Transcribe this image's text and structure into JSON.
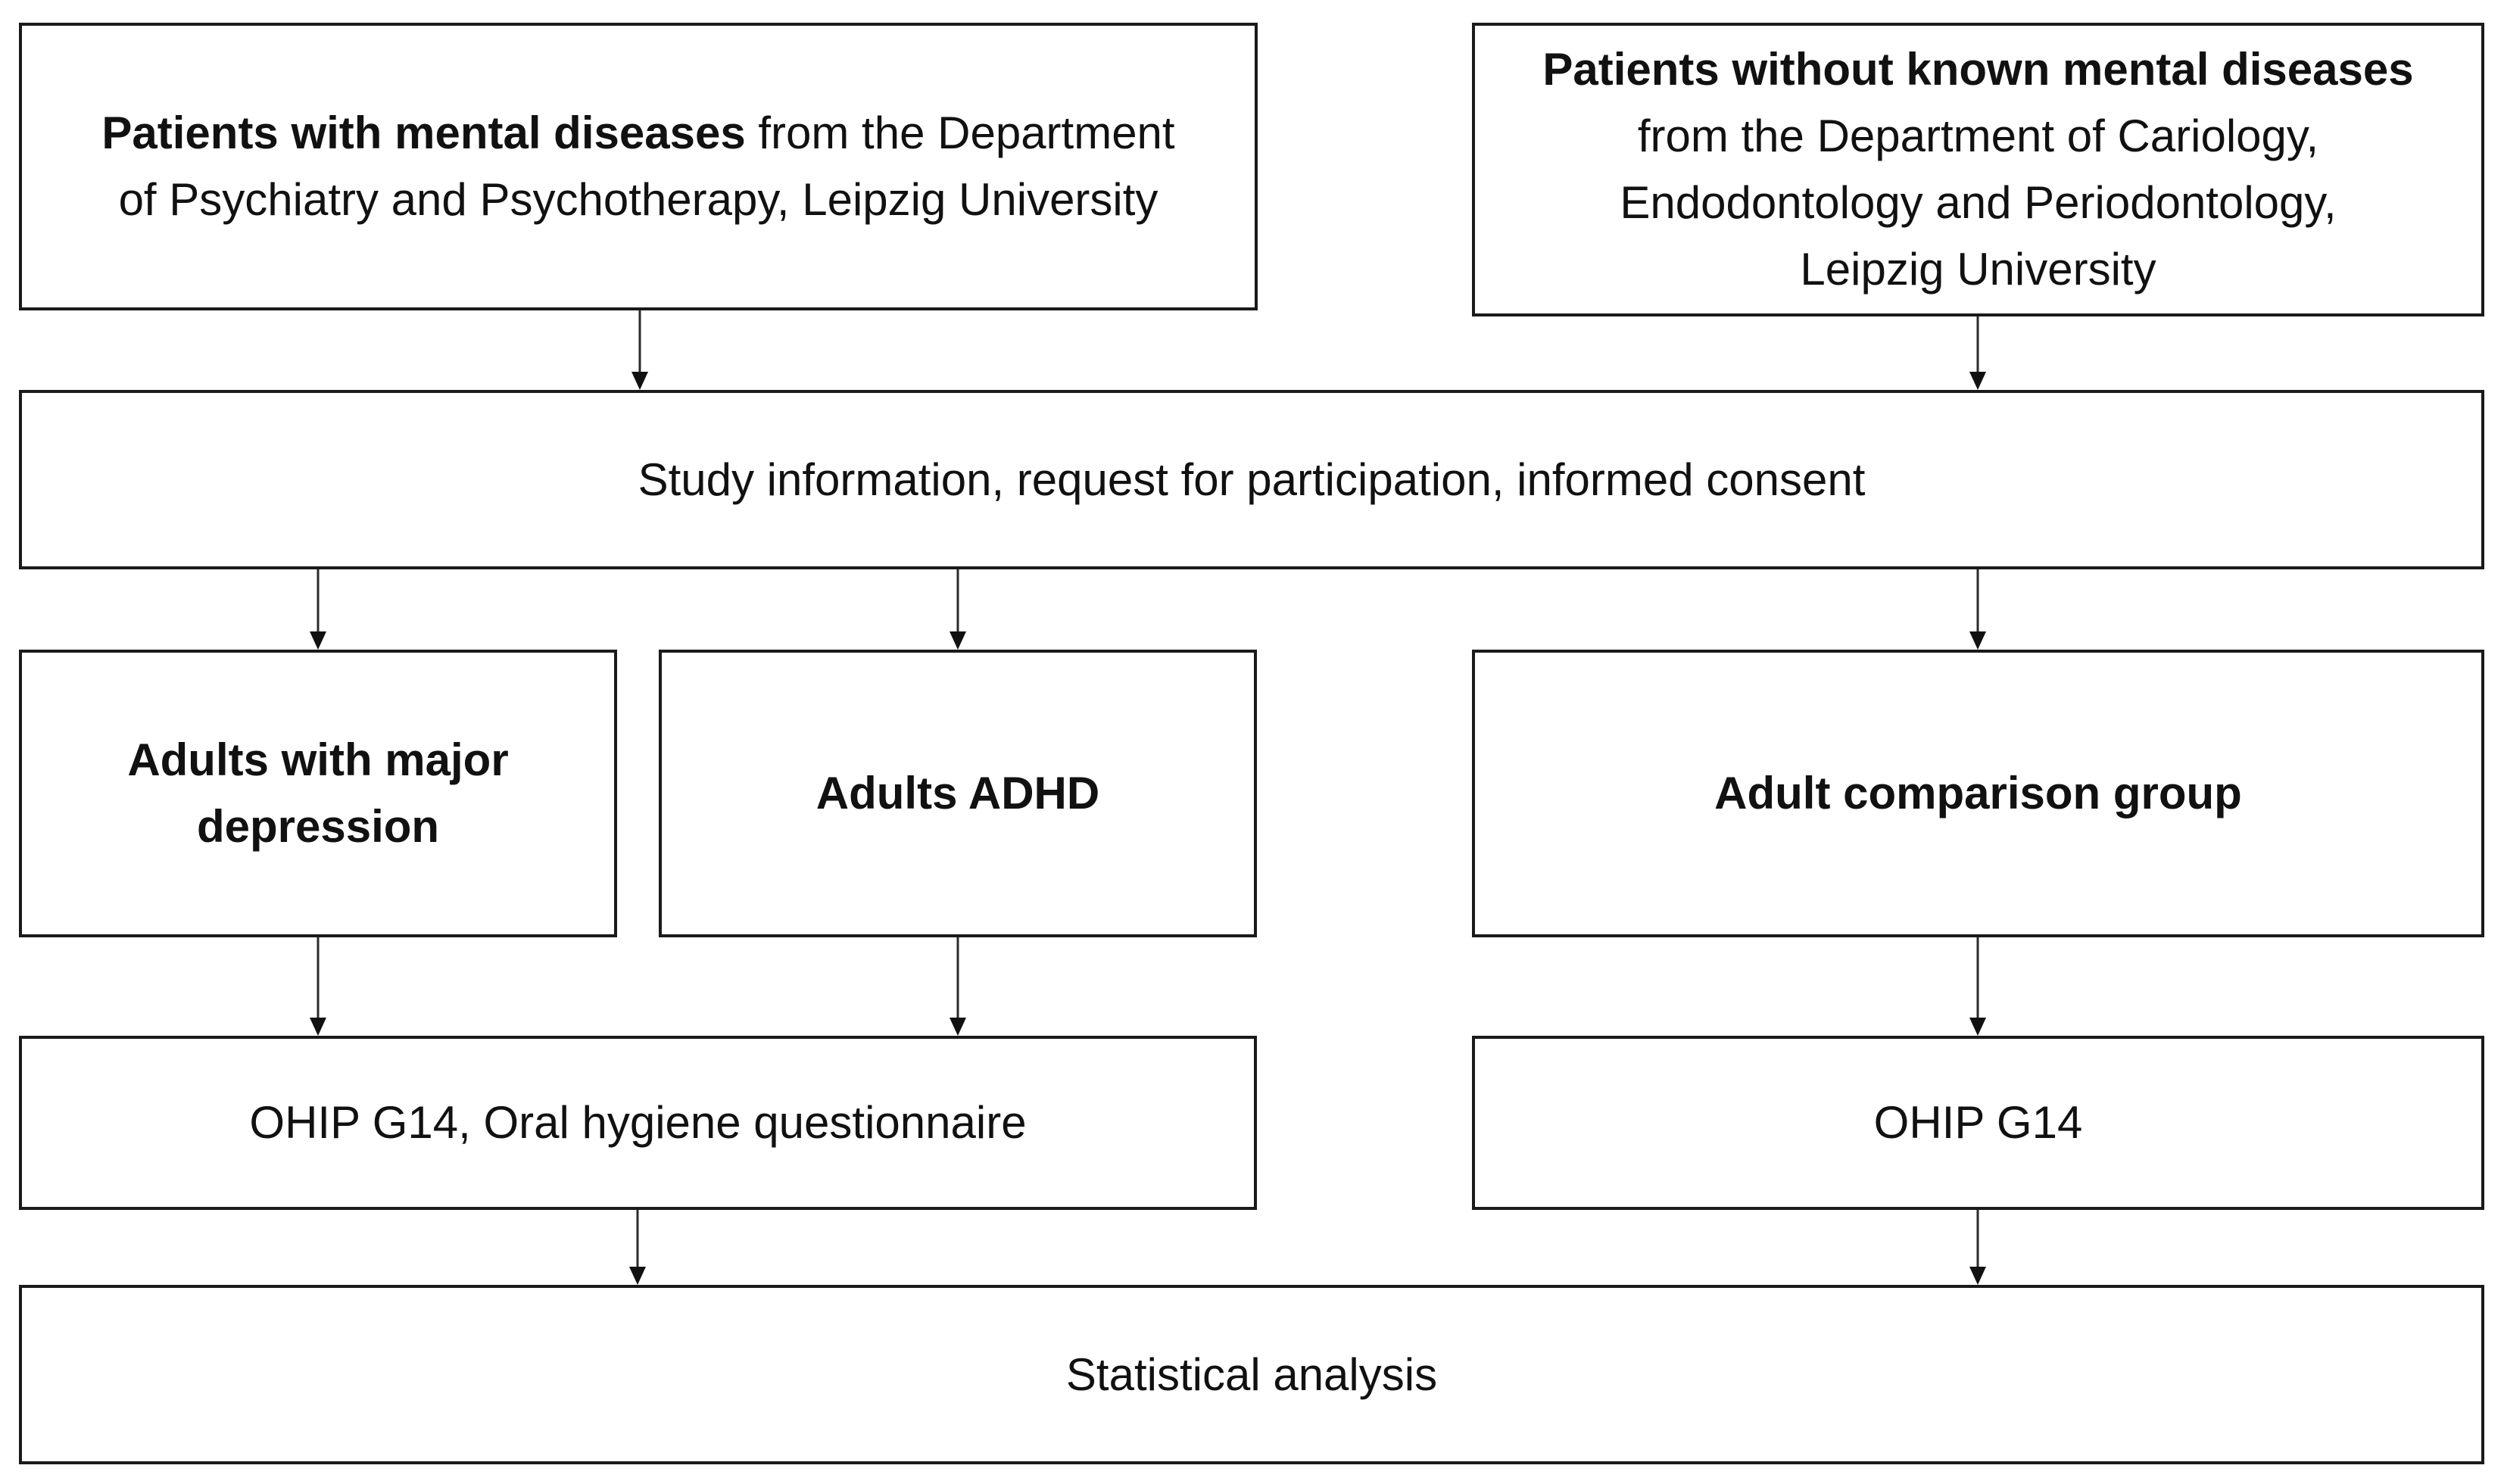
{
  "nodes": {
    "patients_mental": {
      "line1_bold": "Patients with mental diseases",
      "line1_rest": " from the Department",
      "line2": "of Psychiatry and Psychotherapy, Leipzig University"
    },
    "patients_without_mental": {
      "line1_bold": "Patients without known mental diseases",
      "line2": "from the Department of Cariology,",
      "line3": "Endodontology and Periodontology,",
      "line4": "Leipzig University"
    },
    "study_information": {
      "text": "Study information, request for participation, informed consent"
    },
    "adults_major_depression": {
      "line1": "Adults with major",
      "line2": "depression"
    },
    "adults_adhd": {
      "text": "Adults ADHD"
    },
    "adult_comparison": {
      "text": "Adult comparison group"
    },
    "ohip_oral_hygiene": {
      "text": "OHIP G14, Oral hygiene questionnaire"
    },
    "ohip": {
      "text": "OHIP G14"
    },
    "statistical_analysis": {
      "text": "Statistical analysis"
    }
  },
  "colors": {
    "background": "#ffffff",
    "border": "#1a1a1a",
    "text": "#111111"
  }
}
